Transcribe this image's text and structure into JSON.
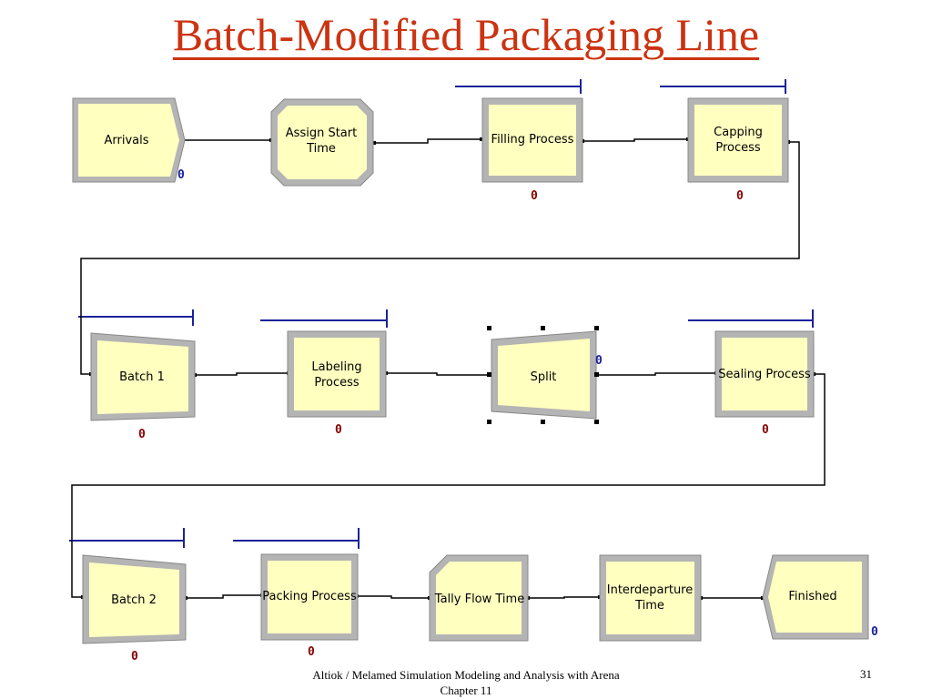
{
  "slide": {
    "title": "Batch-Modified Packaging Line",
    "footer_line1": "Altiok / Melamed   Simulation Modeling and Analysis with Arena",
    "footer_line2": "Chapter 11",
    "page_number": "31"
  },
  "modules": [
    {
      "id": "arrivals",
      "label": [
        "Arrivals"
      ],
      "type": "create",
      "counter": "0"
    },
    {
      "id": "assign-start-time",
      "label": [
        "Assign Start",
        "Time"
      ],
      "type": "assign"
    },
    {
      "id": "filling-process",
      "label": [
        "Filling Process"
      ],
      "type": "process",
      "counter": "0"
    },
    {
      "id": "capping-process",
      "label": [
        "Capping",
        "Process"
      ],
      "type": "process",
      "counter": "0"
    },
    {
      "id": "batch-1",
      "label": [
        "Batch 1"
      ],
      "type": "batch",
      "counter": "0"
    },
    {
      "id": "labeling-process",
      "label": [
        "Labeling",
        "Process"
      ],
      "type": "process",
      "counter": "0"
    },
    {
      "id": "split",
      "label": [
        "Split"
      ],
      "type": "separate",
      "counter": "0"
    },
    {
      "id": "sealing-process",
      "label": [
        "Sealing Process"
      ],
      "type": "process",
      "counter": "0"
    },
    {
      "id": "batch-2",
      "label": [
        "Batch 2"
      ],
      "type": "batch",
      "counter": "0"
    },
    {
      "id": "packing-process",
      "label": [
        "Packing Process"
      ],
      "type": "process",
      "counter": "0"
    },
    {
      "id": "tally-flow-time",
      "label": [
        "Tally Flow Time"
      ],
      "type": "record"
    },
    {
      "id": "interdeparture-time",
      "label": [
        "Interdeparture",
        "Time"
      ],
      "type": "record"
    },
    {
      "id": "finished",
      "label": [
        "Finished"
      ],
      "type": "dispose",
      "counter": "0"
    }
  ],
  "colors": {
    "title": "#cc3311",
    "module_fill": "#ffffc0",
    "module_frame": "#b4b4b4",
    "connector": "#000000",
    "queue_line": "#1a2299",
    "counter_red": "#880000",
    "counter_blue": "#1a2299"
  }
}
